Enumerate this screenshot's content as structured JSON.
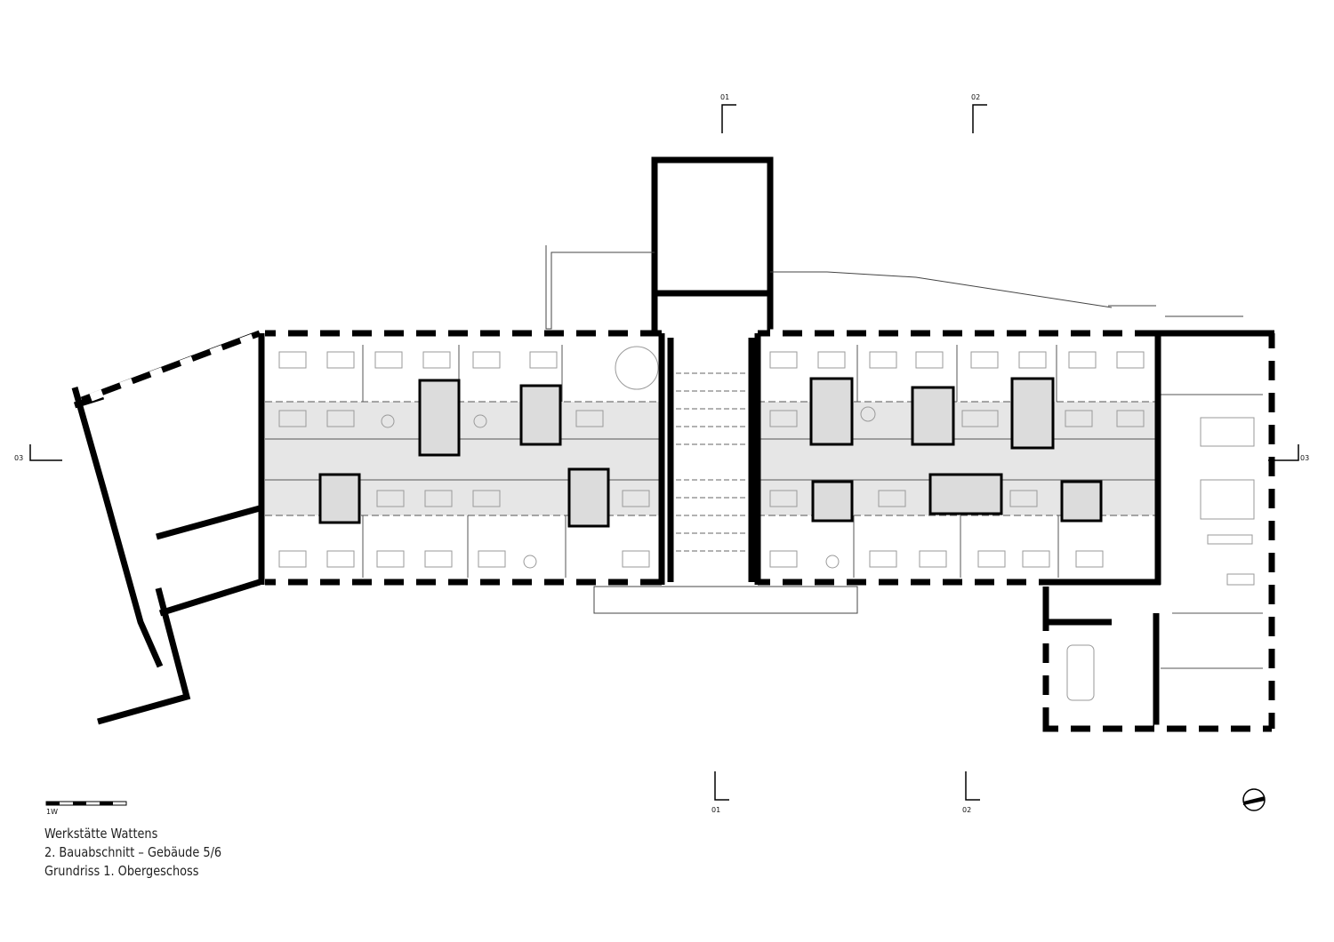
{
  "title": {
    "line1": "Werkstätte Wattens",
    "line2": "2. Bauabschnitt – Gebäude 5/6",
    "line3": "Grundriss 1. Obergeschoss"
  },
  "scale_bar": {
    "label": "1W"
  },
  "section_markers": [
    {
      "id": "01",
      "label": "01"
    },
    {
      "id": "02",
      "label": "02"
    },
    {
      "id": "03",
      "label": "03"
    }
  ],
  "colors": {
    "wall": "#000000",
    "corridor": "#e6e6e6",
    "line": "#444444",
    "furniture": "#9a9a9a"
  }
}
